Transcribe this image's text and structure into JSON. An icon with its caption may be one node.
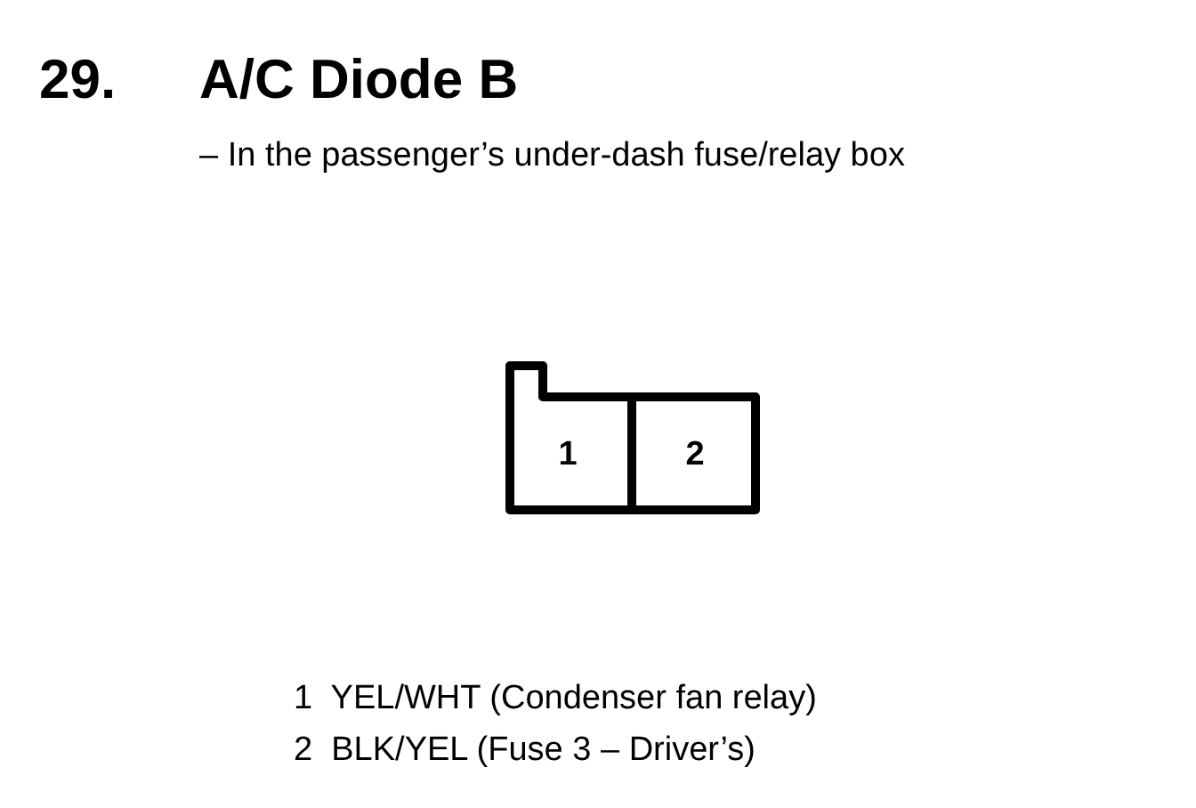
{
  "diagram": {
    "title": "A/C Diode B",
    "nodes": [
      {
        "text": [],
        "shape": "box"
      },
      {
        "text": [
          "1"
        ],
        "in": 0
      },
      {
        "text": [
          "2"
        ],
        "in": 0
      }
    ],
    "edges": [],
    "labels": [
      "29.",
      "– In the passenger’s under-dash fuse/relay box",
      "1  YEL/WHT (Condenser fan relay)",
      "2  BLK/YEL (Fuse 3 – Driver’s)"
    ]
  }
}
